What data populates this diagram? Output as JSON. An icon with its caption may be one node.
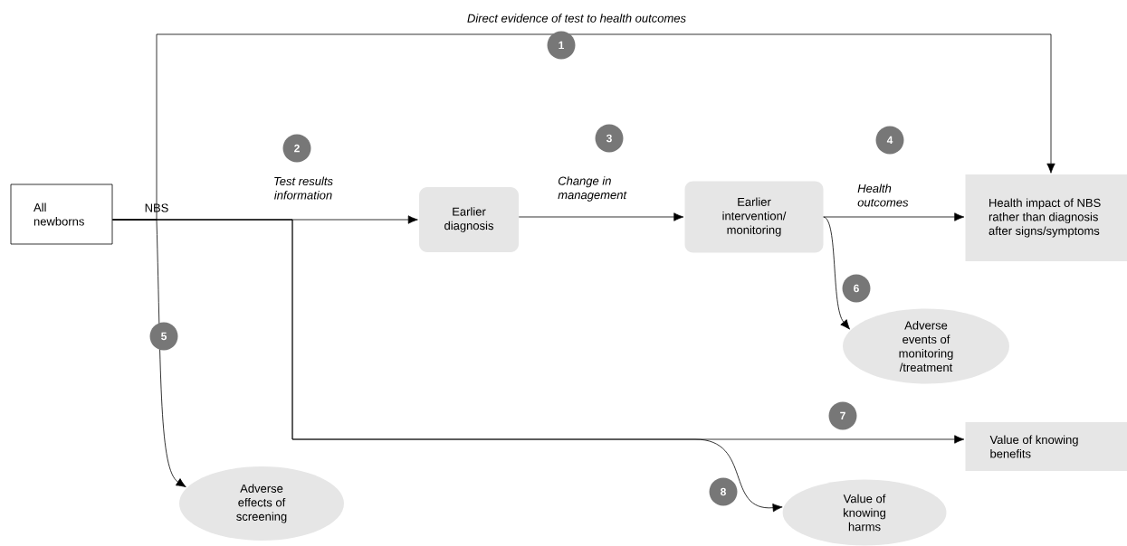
{
  "diagram": {
    "nodes": [
      {
        "text": [
          "All newborns"
        ]
      },
      {
        "text": [
          "Earlier diagnosis"
        ]
      },
      {
        "text": [
          "Earlier intervention/ monitoring"
        ]
      },
      {
        "text": [
          "Health impact of NBS rather than diagnosis after signs/symptoms"
        ]
      },
      {
        "text": [
          "Adverse events of monitoring /treatment"
        ]
      },
      {
        "text": [
          "Value of knowing benefits"
        ]
      },
      {
        "text": [
          "Adverse effects of screening"
        ]
      },
      {
        "text": [
          "Value of knowing harms"
        ]
      }
    ],
    "edges": [
      {
        "from": 0,
        "to": 3,
        "arrow": "to",
        "label": "Direct evidence of test to health outcomes"
      },
      {
        "from": 0,
        "to": 1,
        "arrow": "to",
        "label": "Test results information"
      },
      {
        "from": 1,
        "to": 2,
        "arrow": "to",
        "label": "Change in management"
      },
      {
        "from": 2,
        "to": 3,
        "arrow": "to",
        "label": "Health outcomes"
      },
      {
        "from": 2,
        "to": 4,
        "arrow": "to"
      },
      {
        "from": 0,
        "to": 6,
        "arrow": "to"
      },
      {
        "from": 0,
        "to": 5,
        "arrow": "to"
      },
      {
        "from": 0,
        "to": 7,
        "arrow": "to"
      }
    ],
    "labels": [
      "1",
      "2",
      "3",
      "4",
      "NBS",
      "5",
      "6",
      "7",
      "8"
    ]
  }
}
